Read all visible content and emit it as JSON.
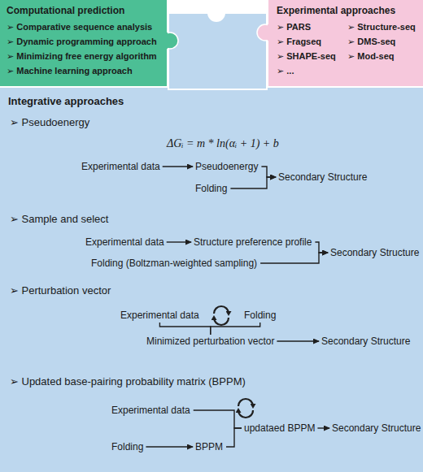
{
  "diagram": {
    "nodes": [
      {
        "text": [
          "Computational prediction",
          "➢ Comparative sequence analysis",
          "➢ Dynamic programming approach",
          "➢ Minimizing free energy algorithm",
          "➢ Machine learning approach"
        ]
      },
      {
        "text": [
          "Experimental approaches",
          "➢ PARS",
          "➢ Fragseq",
          "➢ SHAPE-seq",
          "➢ ...",
          "➢ Structure-seq",
          "➢ DMS-seq",
          "➢ Mod-seq"
        ]
      },
      {
        "text": [
          "Integrative approaches"
        ]
      },
      {
        "text": [
          "Experimental data"
        ],
        "in": 2
      },
      {
        "text": [
          "Pseudoenergy"
        ],
        "in": 2
      },
      {
        "text": [
          "Folding"
        ],
        "in": 2
      },
      {
        "text": [
          "Secondary Structure"
        ],
        "in": 2
      },
      {
        "text": [
          "Experimental data"
        ],
        "in": 2
      },
      {
        "text": [
          "Structure preference profile"
        ],
        "in": 2
      },
      {
        "text": [
          "Folding (Boltzman-weighted sampling)"
        ],
        "in": 2
      },
      {
        "text": [
          "Secondary Structure"
        ],
        "in": 2
      },
      {
        "text": [
          "Experimental data"
        ],
        "in": 2
      },
      {
        "text": [
          "Folding"
        ],
        "in": 2
      },
      {
        "text": [
          "Minimized perturbation vector"
        ],
        "in": 2
      },
      {
        "text": [
          "Secondary Structure"
        ],
        "in": 2
      },
      {
        "text": [
          "Experimental data"
        ],
        "in": 2
      },
      {
        "text": [
          "Folding"
        ],
        "in": 2
      },
      {
        "text": [
          "BPPM"
        ],
        "in": 2
      },
      {
        "text": [
          "updataed BPPM"
        ],
        "in": 2
      },
      {
        "text": [
          "Secondary Structure"
        ],
        "in": 2
      }
    ],
    "edges": [
      {
        "from": 3,
        "to": 4,
        "arrow": "to"
      },
      {
        "from": 4,
        "to": 6,
        "arrow": "to"
      },
      {
        "from": 5,
        "to": 6,
        "arrow": "to"
      },
      {
        "from": 7,
        "to": 8,
        "arrow": "to"
      },
      {
        "from": 8,
        "to": 10,
        "arrow": "to"
      },
      {
        "from": 9,
        "to": 10,
        "arrow": "to"
      },
      {
        "from": 11,
        "to": 13,
        "arrow": "none"
      },
      {
        "from": 12,
        "to": 13,
        "arrow": "none"
      },
      {
        "from": 13,
        "to": 14,
        "arrow": "to"
      },
      {
        "from": 16,
        "to": 17,
        "arrow": "to"
      },
      {
        "from": 15,
        "to": 18,
        "arrow": "none"
      },
      {
        "from": 17,
        "to": 18,
        "arrow": "none"
      },
      {
        "from": 18,
        "to": 19,
        "arrow": "to"
      }
    ],
    "labels": [
      "➢ Pseudoenergy",
      "ΔGᵢ = m * ln(αᵢ + 1) + b",
      "➢ Sample and select",
      "➢ Perturbation vector",
      "➢ Updated base-pairing probability matrix (BPPM)"
    ]
  }
}
